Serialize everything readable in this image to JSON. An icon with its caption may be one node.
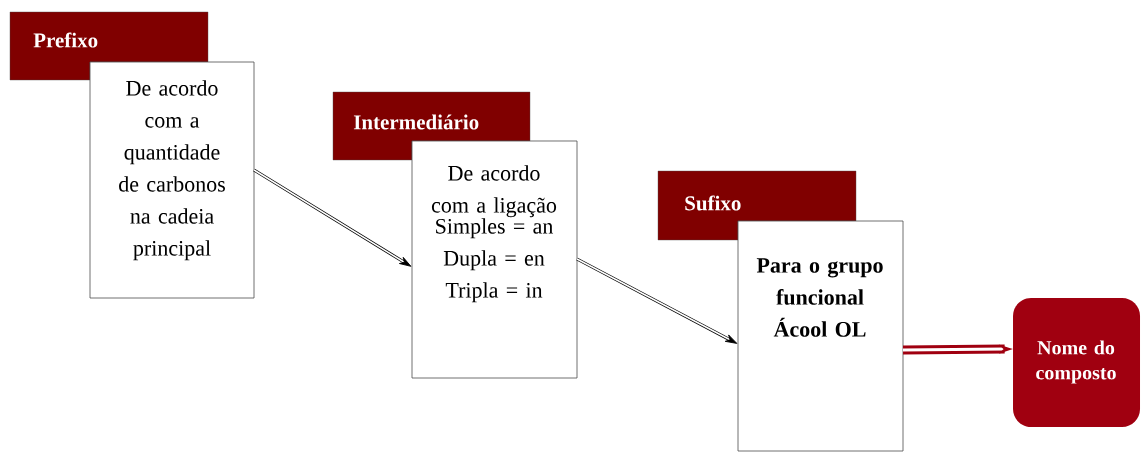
{
  "diagram": {
    "nodes": [
      {
        "text": [
          "Prefixo"
        ]
      },
      {
        "text": [
          "De acordo com a quantidade de carbonos na cadeia principal"
        ]
      },
      {
        "text": [
          "Intermediário"
        ]
      },
      {
        "text": [
          "De acordo com a ligação",
          "Simples = an",
          "Dupla = en",
          "Tripla = in"
        ]
      },
      {
        "text": [
          "Sufixo"
        ]
      },
      {
        "text": [
          "Para o grupo funcional Ácool OL"
        ]
      },
      {
        "text": [
          "Nome do composto"
        ]
      }
    ],
    "edges": [
      {
        "from": 1,
        "to": 3,
        "arrow": "to"
      },
      {
        "from": 3,
        "to": 5,
        "arrow": "to"
      },
      {
        "from": 5,
        "to": 6,
        "arrow": "to",
        "style": "thick",
        "color": "#a00010"
      }
    ]
  }
}
